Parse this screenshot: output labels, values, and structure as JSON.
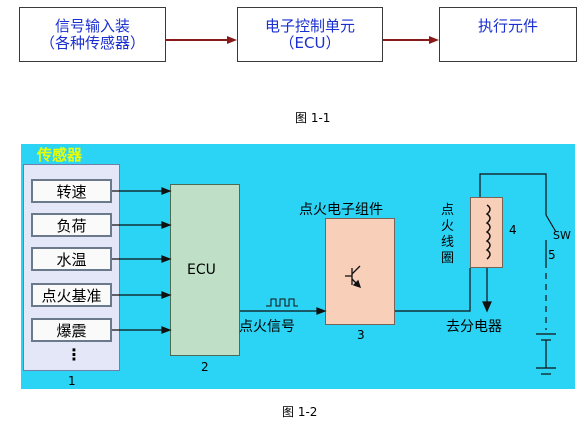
{
  "fig1": {
    "box1_line1": "信号输入装",
    "box1_line2": "（各种传感器）",
    "box2_line1": "电子控制单元",
    "box2_line2": "（ECU）",
    "box3": "执行元件",
    "caption": "图 1-1"
  },
  "fig2": {
    "sensor_title": "传感器",
    "sensors": [
      "转速",
      "负荷",
      "水温",
      "点火基准",
      "爆震"
    ],
    "ellipsis": "⋮",
    "ecu_label": "ECU",
    "signal_label": "点火信号",
    "ignitor_title": "点火电子组件",
    "coil_label_1": "点",
    "coil_label_2": "火",
    "coil_label_3": "线",
    "coil_label_4": "圈",
    "distributor_label": "去分电器",
    "switch_label": "SW",
    "num_1": "1",
    "num_2": "2",
    "num_3": "3",
    "num_4": "4",
    "num_5": "5",
    "caption": "图 1-2"
  },
  "colors": {
    "arrow_dark_red": "#8b1a1a",
    "diagram_bg": "#2bd3f4",
    "ecu_green": "#bfe0c7",
    "ignitor_pink": "#f8cfb9",
    "title_yellow": "#e8ff00"
  }
}
